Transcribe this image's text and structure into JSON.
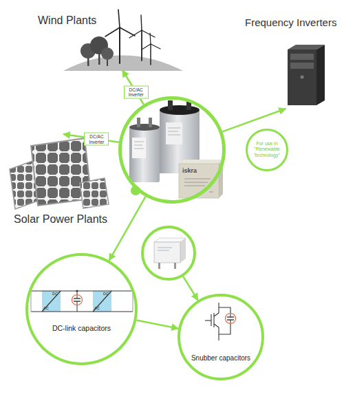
{
  "diagram": {
    "nodes": [
      {
        "text": [
          "Wind Plants"
        ]
      },
      {
        "text": [
          "Frequency Inverters"
        ]
      },
      {
        "text": [
          "iskra"
        ]
      },
      {
        "text": [
          "For use in \"Renewable Technology\""
        ]
      },
      {
        "text": [
          "Solar Power Plants"
        ]
      },
      {
        "text": []
      },
      {
        "text": [
          "DC-link capacitors"
        ]
      },
      {
        "text": [
          "Snubber capacitors"
        ]
      }
    ],
    "edges": [
      {
        "from": 2,
        "to": 0,
        "arrow": "to",
        "label": "DC/AC Inverter"
      },
      {
        "from": 2,
        "to": 4,
        "arrow": "to",
        "label": "DC/AC Inverter"
      },
      {
        "from": 2,
        "to": 1,
        "arrow": "to"
      },
      {
        "from": 2,
        "to": 6,
        "arrow": "to"
      },
      {
        "from": 5,
        "to": 7,
        "arrow": "to"
      },
      {
        "from": 6,
        "to": 7,
        "arrow": "to"
      }
    ],
    "labels": [
      "DC",
      "AC",
      "DC",
      "AC"
    ]
  }
}
